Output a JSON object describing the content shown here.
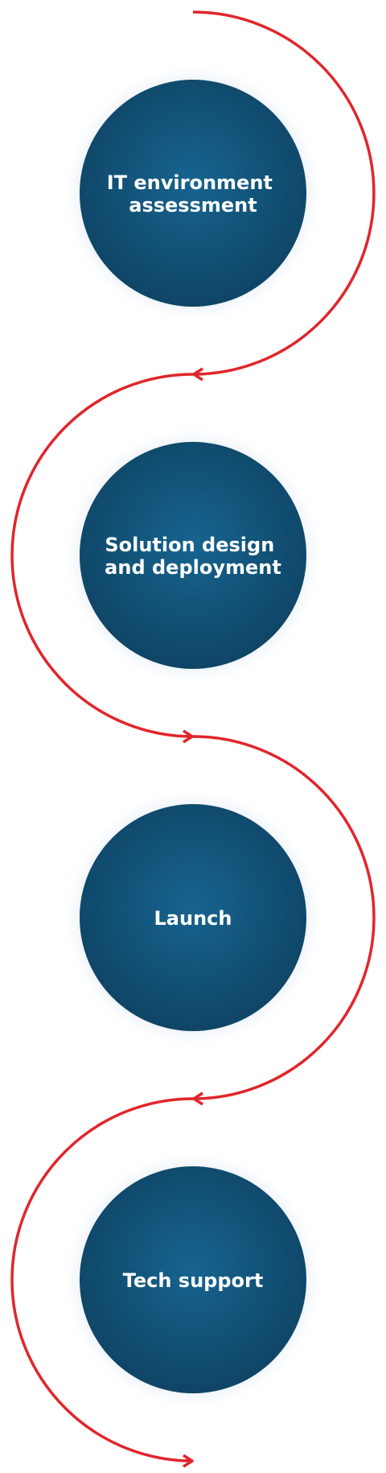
{
  "steps": [
    {
      "lines": [
        "IT environment",
        "assessment"
      ]
    },
    {
      "lines": [
        "Solution design",
        "and deployment"
      ]
    },
    {
      "lines": [
        "Launch"
      ]
    },
    {
      "lines": [
        "Tech support"
      ]
    }
  ],
  "colors": {
    "connector": "#e0262b",
    "circle_center": "#16648f",
    "circle_edge": "#0f4566",
    "glow": "#d9e6f2",
    "label": "#ffffff",
    "background": "#ffffff"
  }
}
